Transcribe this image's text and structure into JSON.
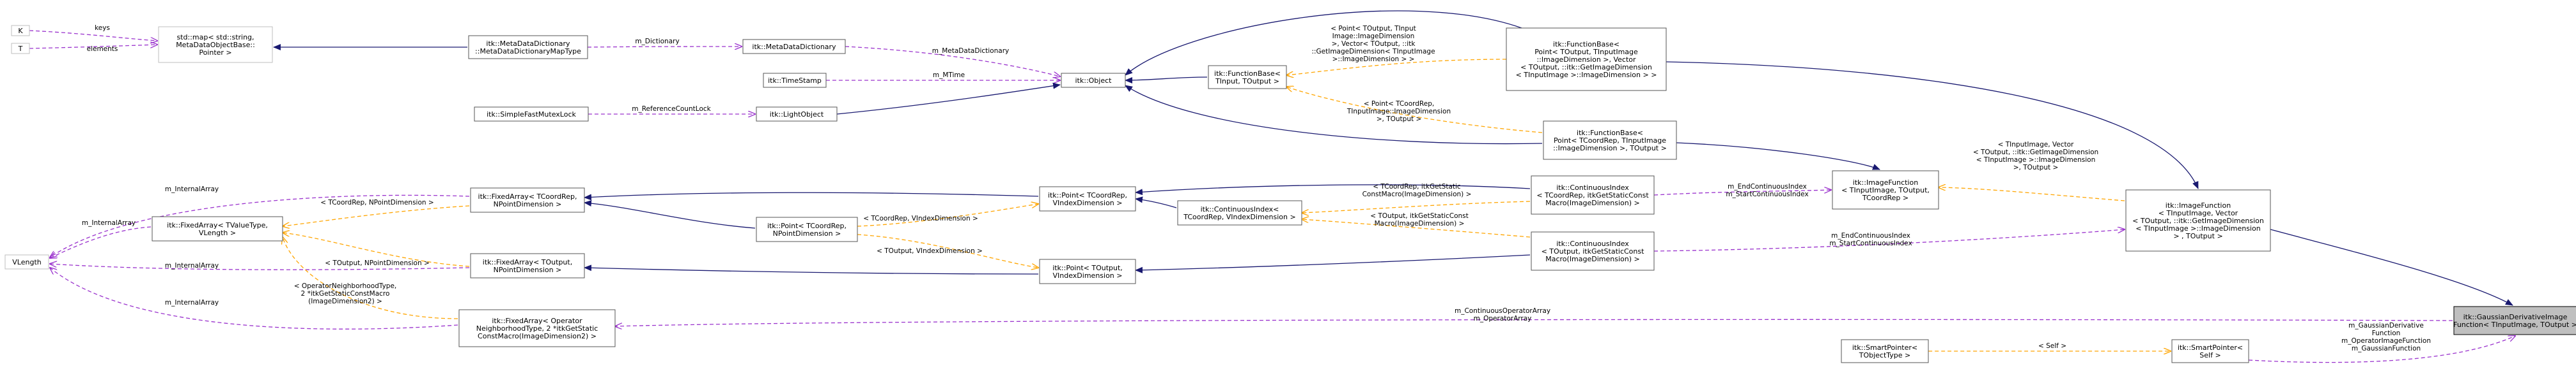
{
  "colors": {
    "inherit": "#191970",
    "usage": "#9a32cd",
    "template": "#ffa500",
    "highlight_fill": "#bfbfbf"
  },
  "nodes": [
    {
      "id": "K",
      "lines": [
        "K"
      ],
      "style": "gray"
    },
    {
      "id": "T",
      "lines": [
        "T"
      ],
      "style": "gray"
    },
    {
      "id": "VLength",
      "lines": [
        "VLength"
      ],
      "style": "gray"
    },
    {
      "id": "StdMap",
      "lines": [
        "std::map< std::string,",
        "MetaDataObjectBase::",
        "Pointer >"
      ],
      "style": "gray"
    },
    {
      "id": "MDDMap",
      "lines": [
        "itk::MetaDataDictionary",
        "::MetaDataDictionaryMapType"
      ],
      "style": "normal"
    },
    {
      "id": "MDD",
      "lines": [
        "itk::MetaDataDictionary"
      ],
      "style": "normal"
    },
    {
      "id": "TimeStamp",
      "lines": [
        "itk::TimeStamp"
      ],
      "style": "normal"
    },
    {
      "id": "SFML",
      "lines": [
        "itk::SimpleFastMutexLock"
      ],
      "style": "normal"
    },
    {
      "id": "LightObject",
      "lines": [
        "itk::LightObject"
      ],
      "style": "normal"
    },
    {
      "id": "Object",
      "lines": [
        "itk::Object"
      ],
      "style": "normal"
    },
    {
      "id": "FBTT",
      "lines": [
        "itk::FunctionBase<",
        "TInput, TOutput >"
      ],
      "style": "normal"
    },
    {
      "id": "FBPoint",
      "lines": [
        "itk::FunctionBase<",
        "Point< TOutput, TInputImage",
        "::ImageDimension >, Vector",
        "< TOutput, ::itk::GetImageDimension",
        "< TInputImage >::ImageDimension > >"
      ],
      "style": "normal"
    },
    {
      "id": "FBPointCoord",
      "lines": [
        "itk::FunctionBase<",
        "Point< TCoordRep, TInputImage",
        "::ImageDimension >, TOutput >"
      ],
      "style": "normal"
    },
    {
      "id": "FAGeneric",
      "lines": [
        "itk::FixedArray< TCoordRep,",
        "NPointDimension >"
      ],
      "style": "normal"
    },
    {
      "id": "FAValue",
      "lines": [
        "itk::FixedArray< TValueType,",
        "VLength >"
      ],
      "style": "normal"
    },
    {
      "id": "FAOutput",
      "lines": [
        "itk::FixedArray< TOutput,",
        "NPointDimension >"
      ],
      "style": "normal"
    },
    {
      "id": "FAOperator",
      "lines": [
        "itk::FixedArray< Operator",
        "NeighborhoodType, 2 *itkGetStatic",
        "ConstMacro(ImageDimension2) >"
      ],
      "style": "normal"
    },
    {
      "id": "PointGeneric",
      "lines": [
        "itk::Point< TCoordRep,",
        "NPointDimension >"
      ],
      "style": "normal"
    },
    {
      "id": "PointCoord",
      "lines": [
        "itk::Point< TCoordRep,",
        "VIndexDimension >"
      ],
      "style": "normal"
    },
    {
      "id": "PointOutput",
      "lines": [
        "itk::Point< TOutput,",
        "VIndexDimension >"
      ],
      "style": "normal"
    },
    {
      "id": "CIGeneric",
      "lines": [
        "itk::ContinuousIndex<",
        "TCoordRep, VIndexDimension >"
      ],
      "style": "normal"
    },
    {
      "id": "CICoord",
      "lines": [
        "itk::ContinuousIndex",
        "< TCoordRep, itkGetStaticConst",
        "Macro(ImageDimension) >"
      ],
      "style": "normal"
    },
    {
      "id": "CIOutput",
      "lines": [
        "itk::ContinuousIndex",
        "< TOutput, itkGetStaticConst",
        "Macro(ImageDimension) >"
      ],
      "style": "normal"
    },
    {
      "id": "IFGeneric",
      "lines": [
        "itk::ImageFunction",
        "< TInputImage, TOutput,",
        "TCoordRep >"
      ],
      "style": "normal"
    },
    {
      "id": "IFVector",
      "lines": [
        "itk::ImageFunction",
        "< TInputImage, Vector",
        "< TOutput, ::itk::GetImageDimension",
        "< TInputImage >::ImageDimension",
        "> , TOutput >"
      ],
      "style": "normal"
    },
    {
      "id": "GDIF",
      "lines": [
        "itk::GaussianDerivativeImage",
        "Function< TInputImage, TOutput >"
      ],
      "style": "highlight"
    },
    {
      "id": "SPGeneric",
      "lines": [
        "itk::SmartPointer<",
        "TObjectType >"
      ],
      "style": "normal"
    },
    {
      "id": "SPSelf",
      "lines": [
        "itk::SmartPointer<",
        "Self >"
      ],
      "style": "normal"
    }
  ],
  "edges": [
    {
      "from": "K",
      "to": "StdMap",
      "kind": "usage",
      "labels": [
        "keys"
      ]
    },
    {
      "from": "T",
      "to": "StdMap",
      "kind": "usage",
      "labels": [
        "elements"
      ]
    },
    {
      "from": "StdMap",
      "to": "MDDMap",
      "kind": "inherit",
      "labels": []
    },
    {
      "from": "MDDMap",
      "to": "MDD",
      "kind": "usage",
      "labels": [
        "m_Dictionary"
      ]
    },
    {
      "from": "MDD",
      "to": "Object",
      "kind": "usage",
      "labels": [
        "m_MetaDataDictionary"
      ]
    },
    {
      "from": "TimeStamp",
      "to": "Object",
      "kind": "usage",
      "labels": [
        "m_MTime"
      ]
    },
    {
      "from": "SFML",
      "to": "LightObject",
      "kind": "usage",
      "labels": [
        "m_ReferenceCountLock"
      ]
    },
    {
      "from": "LightObject",
      "to": "Object",
      "kind": "inherit",
      "labels": []
    },
    {
      "from": "Object",
      "to": "FBTT",
      "kind": "inherit",
      "labels": []
    },
    {
      "from": "Object",
      "to": "FBPoint",
      "kind": "inherit",
      "labels": []
    },
    {
      "from": "Object",
      "to": "FBPointCoord",
      "kind": "inherit",
      "labels": []
    },
    {
      "from": "FBTT",
      "to": "FBPoint",
      "kind": "template",
      "labels": [
        "< Point< TOutput, TInput",
        "Image::ImageDimension",
        ">, Vector< TOutput, ::itk",
        "::GetImageDimension< TInputImage",
        ">::ImageDimension > >"
      ]
    },
    {
      "from": "FBTT",
      "to": "FBPointCoord",
      "kind": "template",
      "labels": [
        "< Point< TCoordRep,",
        "TInputImage::ImageDimension",
        ">, TOutput >"
      ]
    },
    {
      "from": "FBPoint",
      "to": "IFVector",
      "kind": "inherit",
      "labels": []
    },
    {
      "from": "FBPointCoord",
      "to": "IFGeneric",
      "kind": "inherit",
      "labels": []
    },
    {
      "from": "VLength",
      "to": "FAGeneric",
      "kind": "usage",
      "labels": [
        "m_InternalArray"
      ]
    },
    {
      "from": "VLength",
      "to": "FAValue",
      "kind": "usage",
      "labels": [
        "m_InternalArray"
      ]
    },
    {
      "from": "VLength",
      "to": "FAOutput",
      "kind": "usage",
      "labels": [
        "m_InternalArray"
      ]
    },
    {
      "from": "VLength",
      "to": "FAOperator",
      "kind": "usage",
      "labels": [
        "m_InternalArray"
      ]
    },
    {
      "from": "FAValue",
      "to": "FAGeneric",
      "kind": "template",
      "labels": [
        "< TCoordRep, NPointDimension >"
      ]
    },
    {
      "from": "FAValue",
      "to": "FAOutput",
      "kind": "template",
      "labels": [
        "< TOutput, NPointDimension >"
      ]
    },
    {
      "from": "FAValue",
      "to": "FAOperator",
      "kind": "template",
      "labels": [
        "< OperatorNeighborhoodType,",
        "2 *itkGetStaticConstMacro",
        "(ImageDimension2) >"
      ]
    },
    {
      "from": "FAGeneric",
      "to": "PointGeneric",
      "kind": "inherit",
      "labels": []
    },
    {
      "from": "FAGeneric",
      "to": "PointCoord",
      "kind": "inherit",
      "labels": []
    },
    {
      "from": "FAOutput",
      "to": "PointOutput",
      "kind": "inherit",
      "labels": []
    },
    {
      "from": "PointGeneric",
      "to": "PointCoord",
      "kind": "template",
      "labels": [
        "< TCoordRep, VIndexDimension >"
      ]
    },
    {
      "from": "PointGeneric",
      "to": "PointOutput",
      "kind": "template",
      "labels": [
        "< TOutput, VIndexDimension >"
      ]
    },
    {
      "from": "PointCoord",
      "to": "CIGeneric",
      "kind": "inherit",
      "labels": []
    },
    {
      "from": "PointCoord",
      "to": "CICoord",
      "kind": "inherit",
      "labels": []
    },
    {
      "from": "PointOutput",
      "to": "CIOutput",
      "kind": "inherit",
      "labels": []
    },
    {
      "from": "CIGeneric",
      "to": "CICoord",
      "kind": "template",
      "labels": [
        "< TCoordRep, itkGetStatic",
        "ConstMacro(ImageDimension) >"
      ]
    },
    {
      "from": "CIGeneric",
      "to": "CIOutput",
      "kind": "template",
      "labels": [
        "< TOutput, itkGetStaticConst",
        "Macro(ImageDimension) >"
      ]
    },
    {
      "from": "CICoord",
      "to": "IFGeneric",
      "kind": "usage",
      "labels": [
        "m_EndContinuousIndex",
        "m_StartContinuousIndex"
      ]
    },
    {
      "from": "IFGeneric",
      "to": "IFVector",
      "kind": "template",
      "labels": [
        "< TInputImage, Vector",
        "< TOutput, ::itk::GetImageDimension",
        "< TInputImage >::ImageDimension",
        ">, TOutput >"
      ]
    },
    {
      "from": "CIOutput",
      "to": "IFVector",
      "kind": "usage",
      "labels": [
        "m_EndContinuousIndex",
        "m_StartContinuousIndex"
      ]
    },
    {
      "from": "IFVector",
      "to": "GDIF",
      "kind": "inherit",
      "labels": []
    },
    {
      "from": "FAOperator",
      "to": "GDIF",
      "kind": "usage",
      "labels": [
        "m_ContinuousOperatorArray",
        "m_OperatorArray"
      ]
    },
    {
      "from": "SPGeneric",
      "to": "SPSelf",
      "kind": "template",
      "labels": [
        "< Self >"
      ]
    },
    {
      "from": "SPSelf",
      "to": "GDIF",
      "kind": "usage",
      "labels": [
        "m_GaussianDerivative",
        "Function",
        "m_OperatorImageFunction",
        "m_GaussianFunction"
      ]
    }
  ]
}
